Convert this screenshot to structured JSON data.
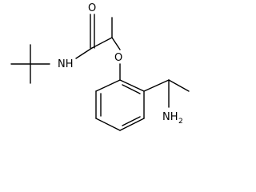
{
  "molecule": {
    "atoms": {
      "carbonyl_oxygen": "O",
      "ether_oxygen": "O",
      "amide_nh": "NH",
      "amine_n": "NH",
      "amine_sub": "2"
    }
  },
  "colors": {
    "bond": "#000000",
    "text": "#000000",
    "background": "#ffffff"
  }
}
